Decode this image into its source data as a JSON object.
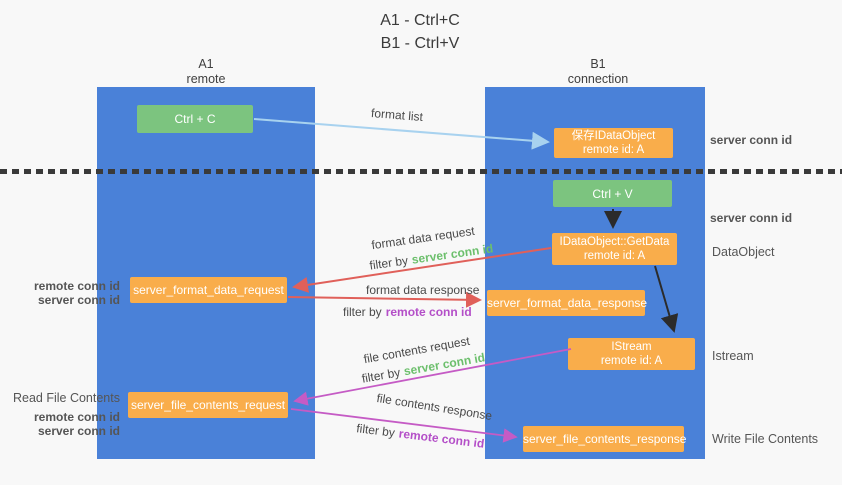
{
  "title": {
    "line1": "A1 - Ctrl+C",
    "line2": "B1 - Ctrl+V"
  },
  "lanes": [
    {
      "name": "A1",
      "subtitle": "remote"
    },
    {
      "name": "B1",
      "subtitle": "connection"
    }
  ],
  "nodes": {
    "ctrl_c": {
      "label": "Ctrl + C"
    },
    "ctrl_v": {
      "label": "Ctrl + V"
    },
    "save_idataobject": {
      "line1": "保存IDataObject",
      "line2": "remote id: A"
    },
    "getdata": {
      "line1": "IDataObject::GetData",
      "line2": "remote id: A"
    },
    "istream": {
      "line1": "IStream",
      "line2": "remote id: A"
    },
    "format_request": {
      "label": "server_format_data_request"
    },
    "format_response": {
      "label": "server_format_data_response"
    },
    "file_request": {
      "label": "server_file_contents_request"
    },
    "file_response": {
      "label": "server_file_contents_response"
    }
  },
  "edges": {
    "format_list": "format list",
    "format_data_request": "format data request",
    "format_data_response": "format data response",
    "file_contents_request": "file contents request",
    "file_contents_response": "file contents response",
    "filter_prefix": "filter by",
    "server_conn_id": "server conn id",
    "remote_conn_id": "remote conn id"
  },
  "right_labels": {
    "server_conn_id_top": "server conn id",
    "server_conn_id_mid": "server conn id",
    "dataobject": "DataObject",
    "istream": "Istream",
    "write_file_contents": "Write File Contents"
  },
  "left_labels": {
    "remote_conn_id_1": "remote conn id",
    "server_conn_id_1": "server conn id",
    "read_file_contents": "Read File Contents",
    "remote_conn_id_2": "remote conn id",
    "server_conn_id_2": "server conn id"
  },
  "colors": {
    "lane_blue": "#4a81d8",
    "box_green": "#7cc47f",
    "box_orange": "#f9ad4b",
    "arrow_red": "#e0605a",
    "arrow_magenta": "#c55bc5",
    "arrow_lightblue": "#a8d2ef",
    "arrow_black": "#2b2b2b",
    "text_green": "#6cbf6c",
    "text_purple": "#b44fc8"
  }
}
